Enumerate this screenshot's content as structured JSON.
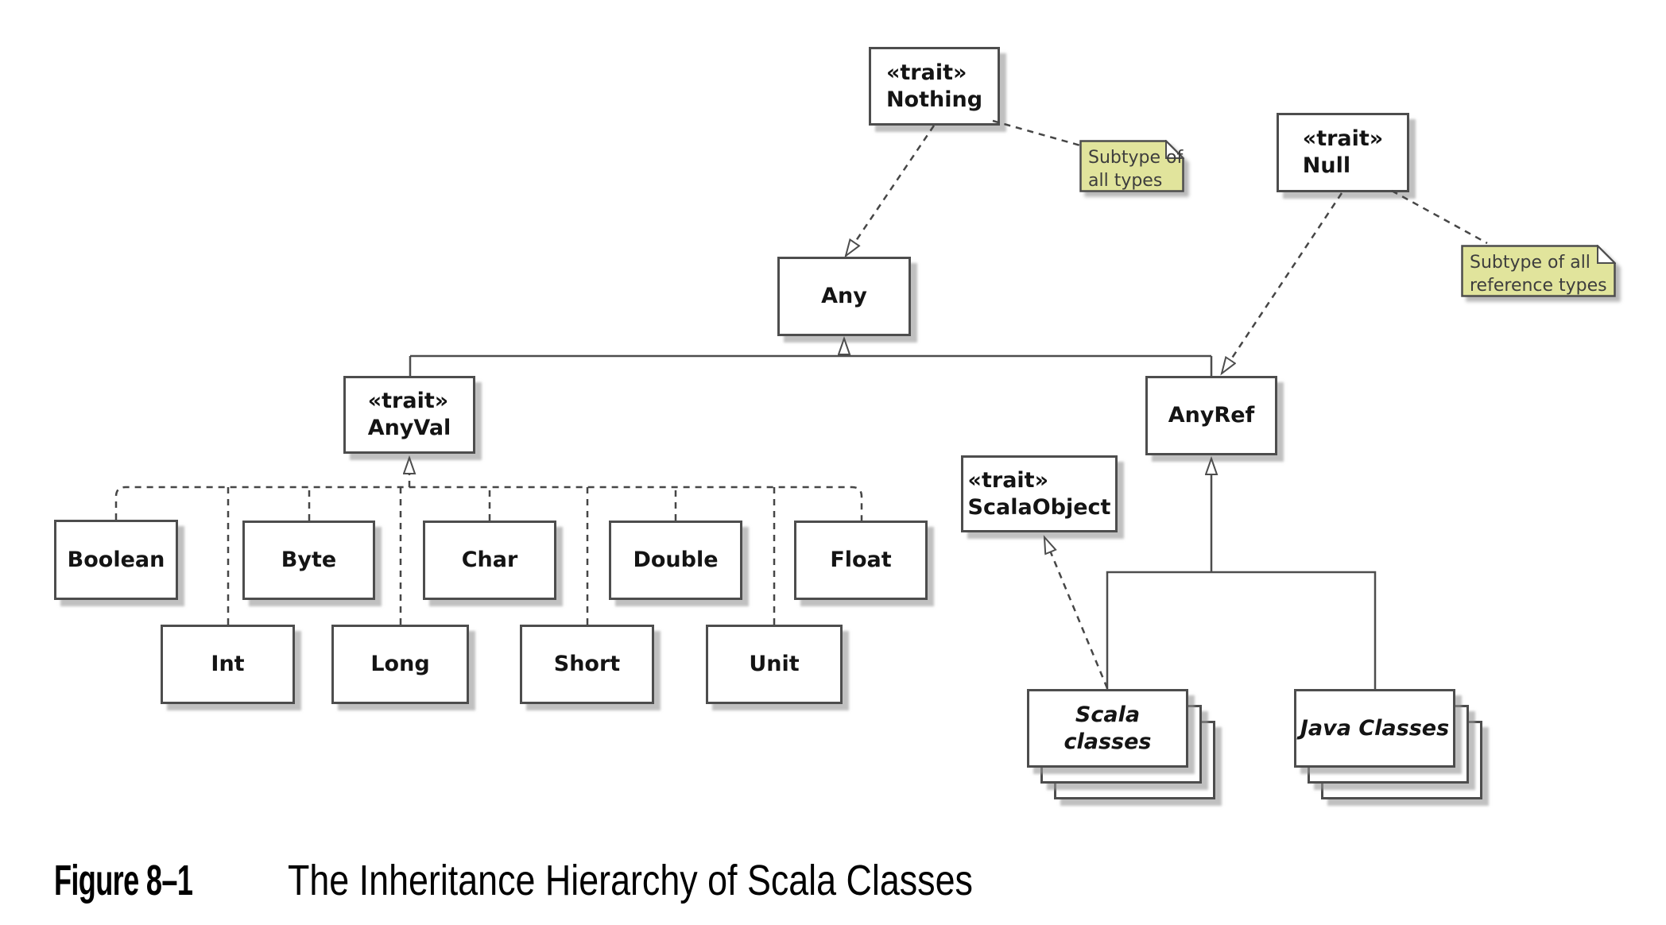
{
  "diagram": {
    "boxes": {
      "nothing": {
        "stereotype": "«trait»",
        "label": "Nothing"
      },
      "null": {
        "stereotype": "«trait»",
        "label": "Null"
      },
      "any": {
        "label": "Any"
      },
      "anyval": {
        "stereotype": "«trait»",
        "label": "AnyVal"
      },
      "anyref": {
        "label": "AnyRef"
      },
      "scalaobject": {
        "stereotype": "«trait»",
        "label": "ScalaObject"
      },
      "boolean": {
        "label": "Boolean"
      },
      "byte": {
        "label": "Byte"
      },
      "char": {
        "label": "Char"
      },
      "double": {
        "label": "Double"
      },
      "float": {
        "label": "Float"
      },
      "int": {
        "label": "Int"
      },
      "long": {
        "label": "Long"
      },
      "short": {
        "label": "Short"
      },
      "unit": {
        "label": "Unit"
      },
      "scala_classes": {
        "label": "Scala classes"
      },
      "java_classes": {
        "label": "Java Classes"
      }
    },
    "notes": {
      "subtype_all_types": {
        "line1": "Subtype of",
        "line2": "all types"
      },
      "subtype_ref_types": {
        "line1": "Subtype of all",
        "line2": "reference types"
      }
    },
    "colors": {
      "note_fill": "#e1e49c",
      "box_border": "#4d4d4d",
      "line": "#464646",
      "shadow": "#b9b9b9",
      "label_text": "#141414",
      "note_text": "#3d3d3d"
    }
  },
  "caption": {
    "figure_label": "Figure 8–1",
    "title": "The Inheritance Hierarchy of Scala Classes"
  }
}
